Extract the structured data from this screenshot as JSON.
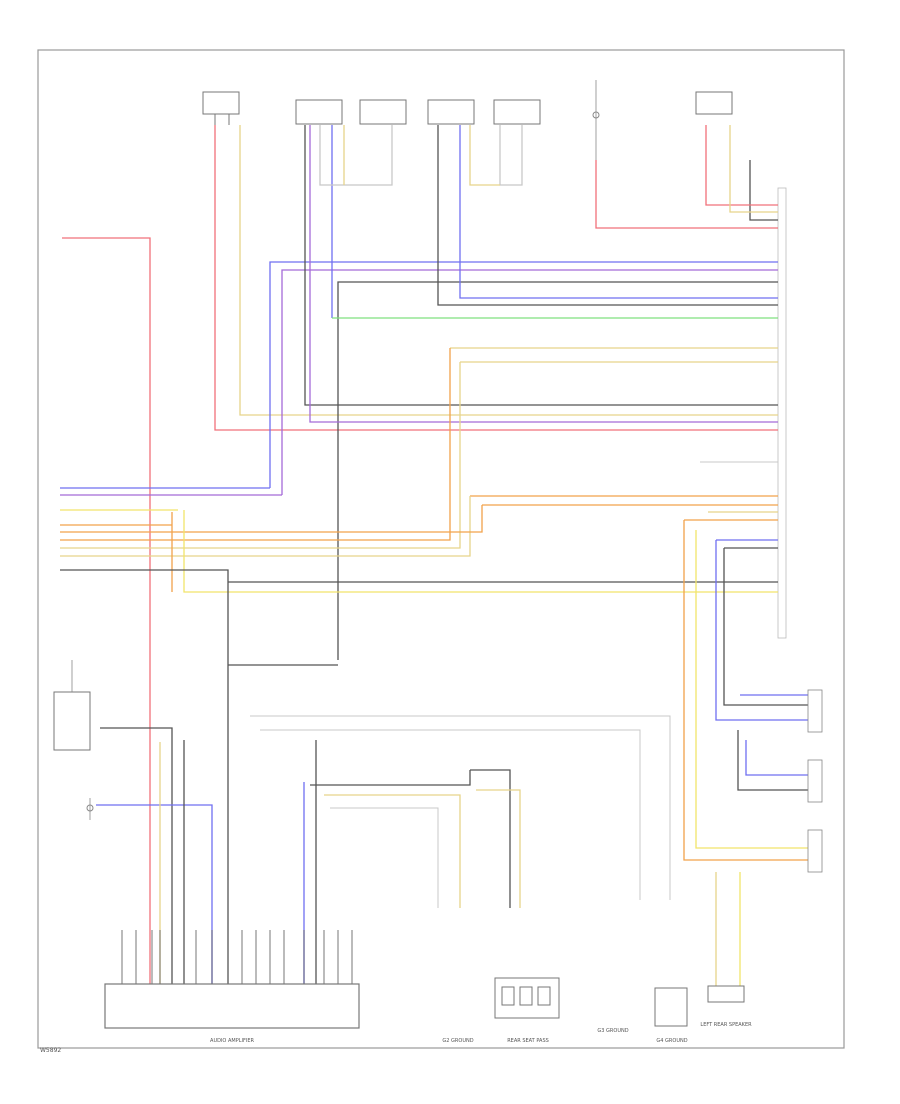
{
  "diagram": {
    "footer_left": "W5892",
    "tiny_label": "·····",
    "colors": {
      "red": "#f0707a",
      "tan": "#e6d48a",
      "blue": "#6f6ff0",
      "violet": "#a46ad8",
      "green": "#7fe07f",
      "orange": "#f2a24a",
      "yellow": "#f2e46a",
      "black": "#555555",
      "gray": "#c8c8c8",
      "frame": "#999999"
    },
    "bottom_labels": {
      "control_unit": "AUDIO AMPLIFIER",
      "g1": "G2 GROUND",
      "g2": "REAR SEAT PASS",
      "g3": "G3 GROUND",
      "g4": "G4 GROUND",
      "speaker_bl": "LEFT REAR SPEAKER"
    }
  }
}
